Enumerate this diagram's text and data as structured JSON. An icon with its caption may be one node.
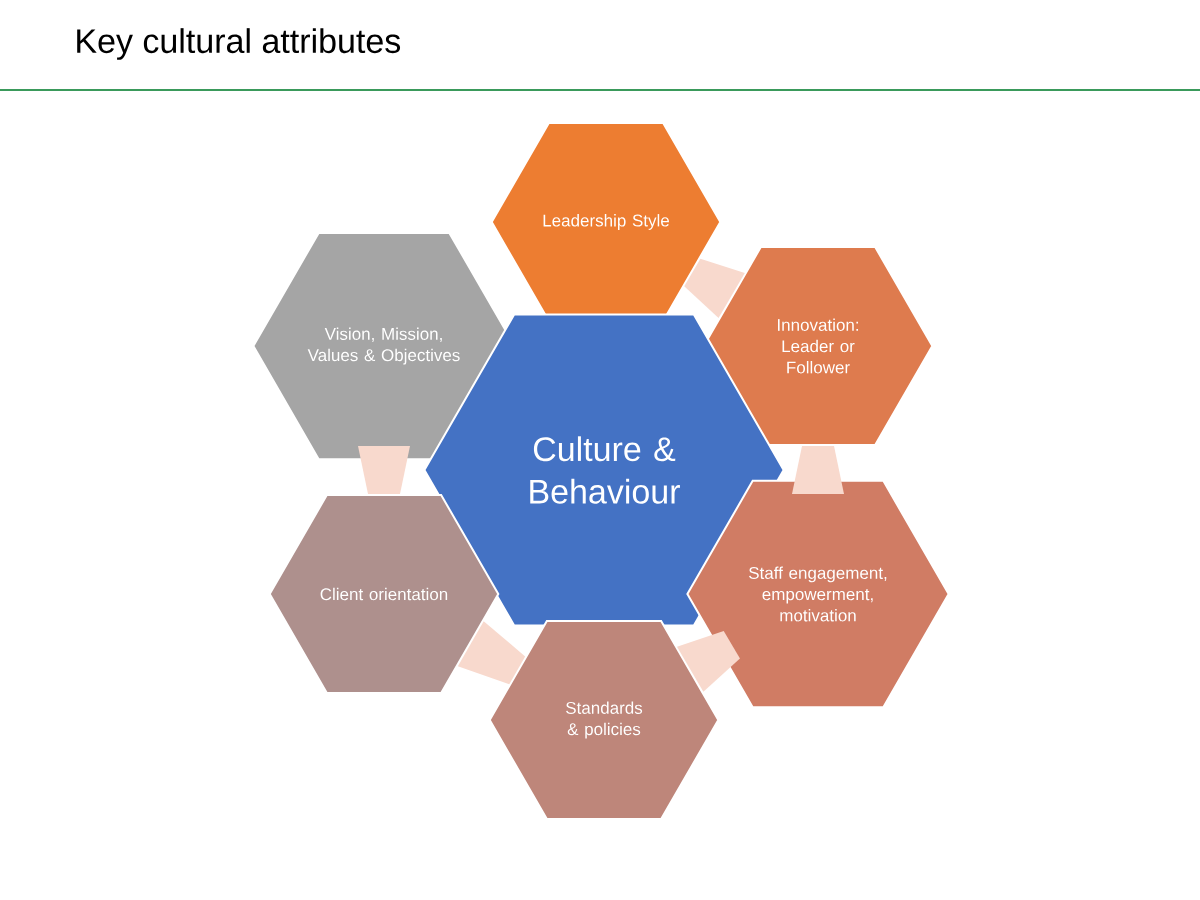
{
  "diagram": {
    "title": "Key cultural attributes",
    "nodes": [
      {
        "text": [
          "Leadership Style"
        ]
      },
      {
        "text": [
          "Vision, Mission, Values & Objectives"
        ]
      },
      {
        "text": [
          "Innovation: Leader or Follower"
        ]
      },
      {
        "text": [
          "Culture & Behaviour"
        ]
      },
      {
        "text": [
          "Client orientation"
        ]
      },
      {
        "text": [
          "Staff engagement, empowerment, motivation"
        ]
      },
      {
        "text": [
          "Standards & policies"
        ]
      }
    ],
    "edges": [
      {
        "from": 0,
        "to": 2,
        "arrow": "none"
      },
      {
        "from": 2,
        "to": 5,
        "arrow": "none"
      },
      {
        "from": 5,
        "to": 6,
        "arrow": "none"
      },
      {
        "from": 6,
        "to": 4,
        "arrow": "none"
      },
      {
        "from": 4,
        "to": 1,
        "arrow": "none"
      }
    ]
  }
}
